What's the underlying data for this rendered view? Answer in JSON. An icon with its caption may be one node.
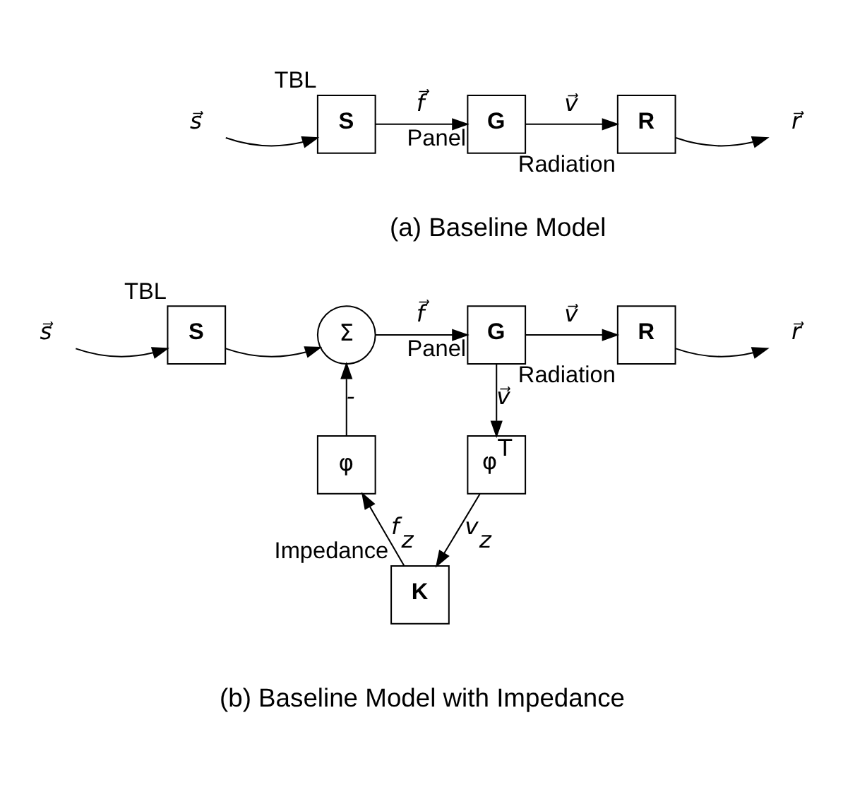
{
  "diagram": {
    "nodes": [
      {
        "text": [
          "s⃗"
        ]
      },
      {
        "text": [
          "S"
        ],
        "beside": [
          "TBL"
        ]
      },
      {
        "text": [
          "G"
        ],
        "beside": [
          "Panel"
        ]
      },
      {
        "text": [
          "R"
        ],
        "beside": [
          "Radiation"
        ]
      },
      {
        "text": [
          "r⃗"
        ]
      },
      {
        "text": [
          "s⃗"
        ]
      },
      {
        "text": [
          "S"
        ],
        "beside": [
          "TBL"
        ]
      },
      {
        "text": [
          "Σ"
        ]
      },
      {
        "text": [
          "G"
        ],
        "beside": [
          "Panel"
        ]
      },
      {
        "text": [
          "R"
        ],
        "beside": [
          "Radiation"
        ]
      },
      {
        "text": [
          "r⃗"
        ]
      },
      {
        "text": [
          "φ$^{T}$"
        ]
      },
      {
        "text": [
          "K"
        ],
        "beside": [
          "Impedance"
        ]
      },
      {
        "text": [
          "φ"
        ]
      }
    ],
    "edges": [
      {
        "from": 0,
        "to": 1,
        "arrow": "to"
      },
      {
        "from": 1,
        "to": 2,
        "arrow": "to",
        "label": "f⃗"
      },
      {
        "from": 2,
        "to": 3,
        "arrow": "to",
        "label": "v⃗"
      },
      {
        "from": 3,
        "to": 4,
        "arrow": "to"
      },
      {
        "from": 5,
        "to": 6,
        "arrow": "to"
      },
      {
        "from": 6,
        "to": 7,
        "arrow": "to"
      },
      {
        "from": 7,
        "to": 8,
        "arrow": "to",
        "label": "f⃗"
      },
      {
        "from": 8,
        "to": 9,
        "arrow": "to",
        "label": "v⃗"
      },
      {
        "from": 8,
        "to": 11,
        "arrow": "to",
        "label": "v⃗"
      },
      {
        "from": 9,
        "to": 10,
        "arrow": "to"
      },
      {
        "from": 11,
        "to": 12,
        "arrow": "to",
        "label": "v$_{z}$"
      },
      {
        "from": 12,
        "to": 13,
        "arrow": "to",
        "label": "f$_{z}$"
      },
      {
        "from": 13,
        "to": 7,
        "arrow": "to",
        "label": "-"
      }
    ],
    "labels": [
      "(a) Baseline Model",
      "(b) Baseline Model with Impedance"
    ]
  }
}
